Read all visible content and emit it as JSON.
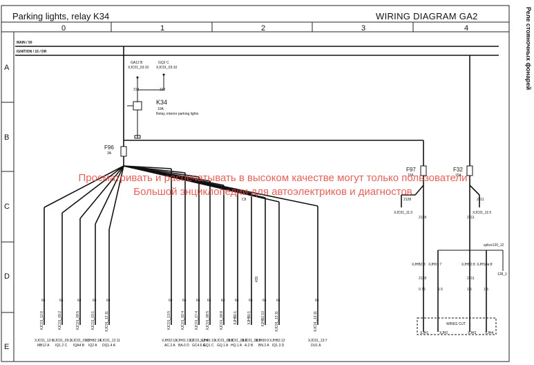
{
  "header": {
    "title": "Parking lights, relay K34",
    "diagram_code": "WIRING DIAGRAM  GA2",
    "side_title": "Реле стояночных фонарей"
  },
  "grid": {
    "columns": [
      "0",
      "1",
      "2",
      "3",
      "4"
    ],
    "rows": [
      "A",
      "B",
      "C",
      "D",
      "E"
    ]
  },
  "buses": {
    "main": "MAIN / 50",
    "ignition": "IGNITION / 15 / DR"
  },
  "relay": {
    "name": "K34",
    "rating": "10A",
    "desc": "Relay, interior parking lights",
    "pin_top_left": "GA12 B",
    "pin_top_left_conn": "XJC01_03:10",
    "pin_top_right": "GQ2 C",
    "pin_top_right_conn": "XJC01_03:10",
    "wire_left": "313",
    "wire_right": "313"
  },
  "fuses": [
    {
      "name": "F96",
      "rating": "3A"
    },
    {
      "name": "F97",
      "rating": "15A"
    },
    {
      "name": "F32",
      "rating": "15A"
    }
  ],
  "branch_wires": {
    "f97_left": "2128",
    "f97_down": "2128",
    "f97_conn": "XJC01_11:3",
    "f32_right": "2311",
    "f32_down": "2311",
    "f32_conn": "XJC01_11:5"
  },
  "lower_connectors": {
    "labels": [
      "XJHB2:3",
      "XJH01:7",
      "XJHB2:8",
      "XJHS0a:8"
    ],
    "wires": [
      "2128",
      "2311"
    ],
    "sizes": [
      "0.75",
      "1.5",
      "1.5",
      "1.5"
    ],
    "splice": "splice120_12",
    "ground": "128_1",
    "wires_cut": "WIRES CUT",
    "bottom": [
      "XJH1",
      "XJH2",
      "XJH3",
      "XJH4"
    ]
  },
  "mid_labels": {
    "cable_mark": "C8",
    "vertical_tag": "439"
  },
  "loads": {
    "wire_number": "64",
    "group_left": [
      {
        "conn": "XJC01_12:6",
        "dest": "MB12 A",
        "sig": "XJC01_12:6"
      },
      {
        "conn": "XJC01_09:2",
        "dest": "IQ1.2 C",
        "sig": "XJC01_09:2"
      },
      {
        "conn": "XJC01_09:5",
        "dest": "IQA4 B",
        "sig": "XJC01_09:5"
      },
      {
        "conn": "XJHB2:14",
        "dest": "IQ2 A",
        "sig": "XJC01_03:1"
      },
      {
        "conn": "XJC01_12:11",
        "dest": "DQ1.4 A",
        "sig": "XJC01_12:11"
      }
    ],
    "group_right": [
      {
        "conn": "XJH02:10",
        "dest": "AC.2 A",
        "sig": "XJC01_13:5"
      },
      {
        "conn": "XJH01:13:2",
        "dest": "BA.0 D",
        "sig": "XJC01_02:4"
      },
      {
        "conn": "XJC01_17:4",
        "dest": "GC4.6 A",
        "sig": "XJC01_17:4"
      },
      {
        "conn": "XJH01:19",
        "dest": "GQ1 C",
        "sig": "XJC01_08:5"
      },
      {
        "conn": "XJC01_09:8",
        "dest": "GQ.1 A",
        "sig": "XJC01_09:8"
      },
      {
        "conn": "XJC01_09:9",
        "dest": "HQ.1 A",
        "sig": "XJHB0:1"
      },
      {
        "conn": "XJC01_08:6",
        "dest": "A.2 B",
        "sig": "XJHB0:1"
      },
      {
        "conn": "XJH00:9",
        "dest": "BN.2 A",
        "sig": "XJHB2:10"
      },
      {
        "conn": "XJHB2:12",
        "dest": "IQ1.3 D",
        "sig": "XJC01_13:11"
      },
      {
        "conn": "XJC01_13:7",
        "dest": "DU1 A",
        "sig": "XJC01_13:11"
      }
    ]
  },
  "watermark": [
    "Просматривать и распечатывать в высоком качестве могут только пользователи",
    "Большой энциклопедии для автоэлектриков и диагностов"
  ],
  "colors": {
    "ink": "#111111",
    "watermark": "#e0453c"
  }
}
